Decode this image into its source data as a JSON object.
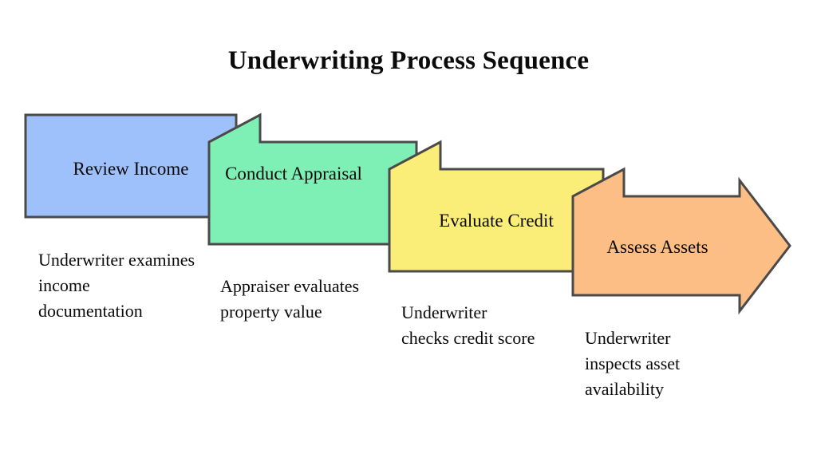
{
  "diagram": {
    "title": "Underwriting Process Sequence",
    "type": "chevron-process-flow",
    "background_color": "#ffffff",
    "outline_color": "#4a4a4a",
    "text_color": "#0a0a0a",
    "stages": [
      {
        "index": 1,
        "label": "Review Income",
        "caption": "Underwriter examines income documentation",
        "fill_color": "#9ec1fc",
        "shape": "banner-with-tab"
      },
      {
        "index": 2,
        "label": "Conduct Appraisal",
        "caption": "Appraiser evaluates property value",
        "fill_color": "#7ff0b5",
        "shape": "banner-with-tab"
      },
      {
        "index": 3,
        "label": "Evaluate Credit",
        "caption": "Underwriter checks credit score",
        "fill_color": "#fbee78",
        "shape": "banner-with-tab"
      },
      {
        "index": 4,
        "label": "Assess Assets",
        "caption": "Underwriter inspects asset availability",
        "fill_color": "#fcbe84",
        "shape": "arrow-with-tab"
      }
    ]
  }
}
